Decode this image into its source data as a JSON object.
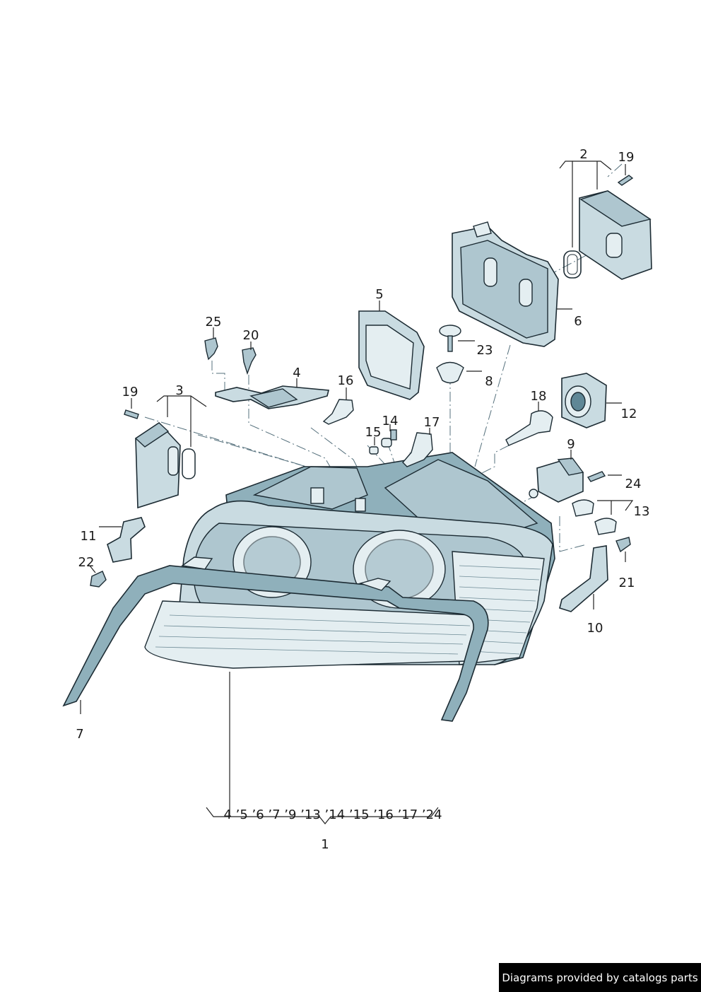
{
  "diagram": {
    "labels": {
      "p1": "1",
      "p2": "2",
      "p3": "3",
      "p4": "4",
      "p5": "5",
      "p6": "6",
      "p7": "7",
      "p8": "8",
      "p9": "9",
      "p10": "10",
      "p11": "11",
      "p12": "12",
      "p13": "13",
      "p14": "14",
      "p15": "15",
      "p16": "16",
      "p17": "17",
      "p18": "18",
      "p19a": "19",
      "p19b": "19",
      "p20": "20",
      "p21": "21",
      "p22": "22",
      "p23": "23",
      "p24": "24",
      "p25": "25"
    },
    "assembly_parts": "4 ’5 ’6 ’7 ’9 ’13 ’14 ’15 ’16 ’17 ’24"
  },
  "footer": {
    "credit": "Diagrams provided by catalogs parts"
  },
  "colors": {
    "part_fill": "#c9dbe1",
    "part_shade": "#8fb0bb",
    "outline": "#1c2b33",
    "credit_bg": "#000000"
  }
}
